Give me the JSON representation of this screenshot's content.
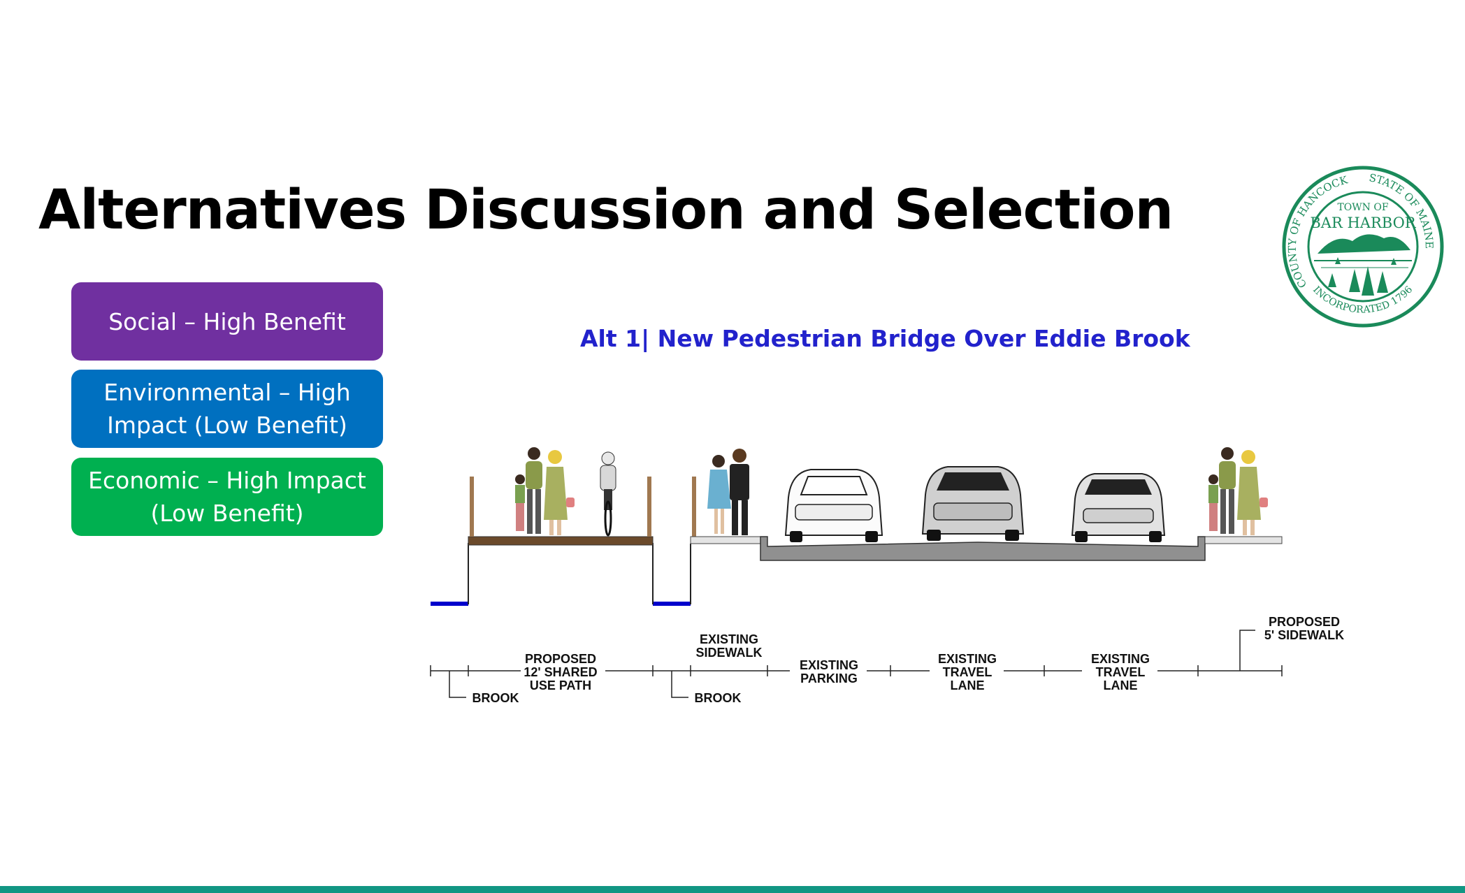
{
  "slide": {
    "title": "Alternatives Discussion and Selection",
    "subtitle": "Alt 1| New Pedestrian Bridge Over Eddie Brook",
    "accent_color": "#129683"
  },
  "criteria": [
    {
      "label": "Social – High Benefit",
      "color": "#7030a0"
    },
    {
      "label": "Environmental – High\nImpact (Low Benefit)",
      "color": "#0070c0"
    },
    {
      "label": "Economic – High Impact\n(Low Benefit)",
      "color": "#00b050"
    }
  ],
  "seal": {
    "top": "TOWN OF",
    "name": "BAR HARBOR",
    "ring_left": "COUNTY OF HANCOCK",
    "ring_right": "STATE OF MAINE",
    "ring_bottom": "INCORPORATED 1796"
  },
  "cross_section": {
    "labels": {
      "brook_1": "BROOK",
      "shared_path": [
        "PROPOSED",
        "12' SHARED",
        "USE PATH"
      ],
      "existing_sidewalk": [
        "EXISTING",
        "SIDEWALK"
      ],
      "brook_2": "BROOK",
      "parking": [
        "EXISTING",
        "PARKING"
      ],
      "travel_lane_1": [
        "EXISTING",
        "TRAVEL",
        "LANE"
      ],
      "travel_lane_2": [
        "EXISTING",
        "TRAVEL",
        "LANE"
      ],
      "proposed_sidewalk": [
        "PROPOSED",
        "5' SIDEWALK"
      ]
    }
  }
}
